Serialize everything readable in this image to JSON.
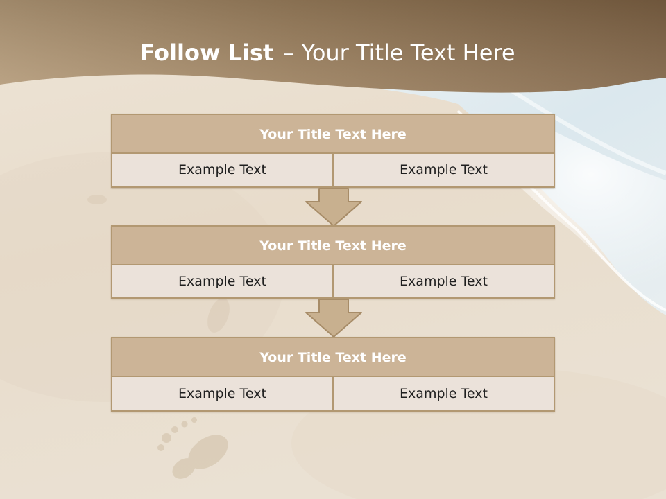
{
  "slide": {
    "title_bold": "Follow List",
    "title_rest": "– Your Title Text Here"
  },
  "steps": [
    {
      "title": "Your Title Text Here",
      "left": "Example Text",
      "right": "Example Text"
    },
    {
      "title": "Your Title Text Here",
      "left": "Example Text",
      "right": "Example Text"
    },
    {
      "title": "Your Title Text Here",
      "left": "Example Text",
      "right": "Example Text"
    }
  ],
  "colors": {
    "header_band": "#8c7050",
    "block_title_fill": "#ccb497",
    "block_cell_fill": "#ebe2da",
    "block_border": "#b29872",
    "arrow_fill": "#c8b08f"
  }
}
